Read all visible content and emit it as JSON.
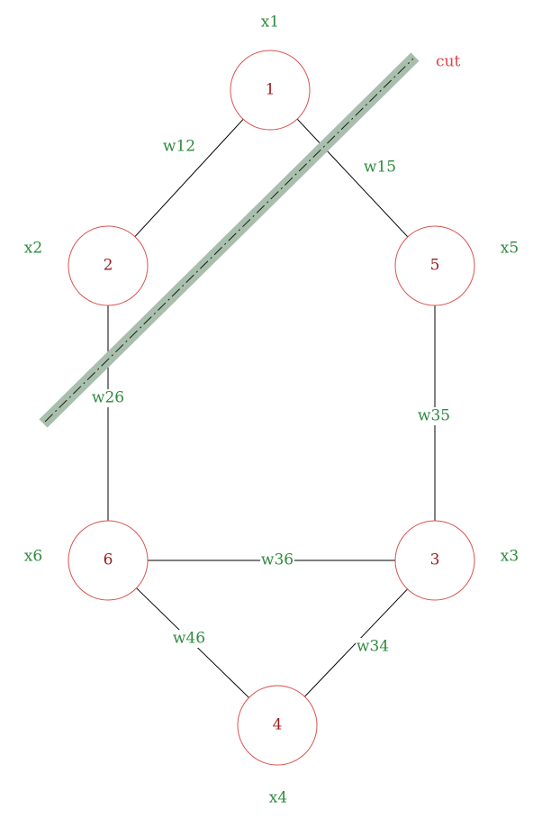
{
  "diagram": {
    "nodes": [
      {
        "id": "1",
        "label": "1",
        "var": "x1"
      },
      {
        "id": "2",
        "label": "2",
        "var": "x2"
      },
      {
        "id": "3",
        "label": "3",
        "var": "x3"
      },
      {
        "id": "4",
        "label": "4",
        "var": "x4"
      },
      {
        "id": "5",
        "label": "5",
        "var": "x5"
      },
      {
        "id": "6",
        "label": "6",
        "var": "x6"
      }
    ],
    "edges": [
      {
        "from": "1",
        "to": "2",
        "weight": "w12"
      },
      {
        "from": "1",
        "to": "5",
        "weight": "w15"
      },
      {
        "from": "2",
        "to": "6",
        "weight": "w26"
      },
      {
        "from": "5",
        "to": "3",
        "weight": "w35"
      },
      {
        "from": "6",
        "to": "3",
        "weight": "w36"
      },
      {
        "from": "6",
        "to": "4",
        "weight": "w46"
      },
      {
        "from": "3",
        "to": "4",
        "weight": "w34"
      }
    ],
    "cut_label": "cut"
  }
}
